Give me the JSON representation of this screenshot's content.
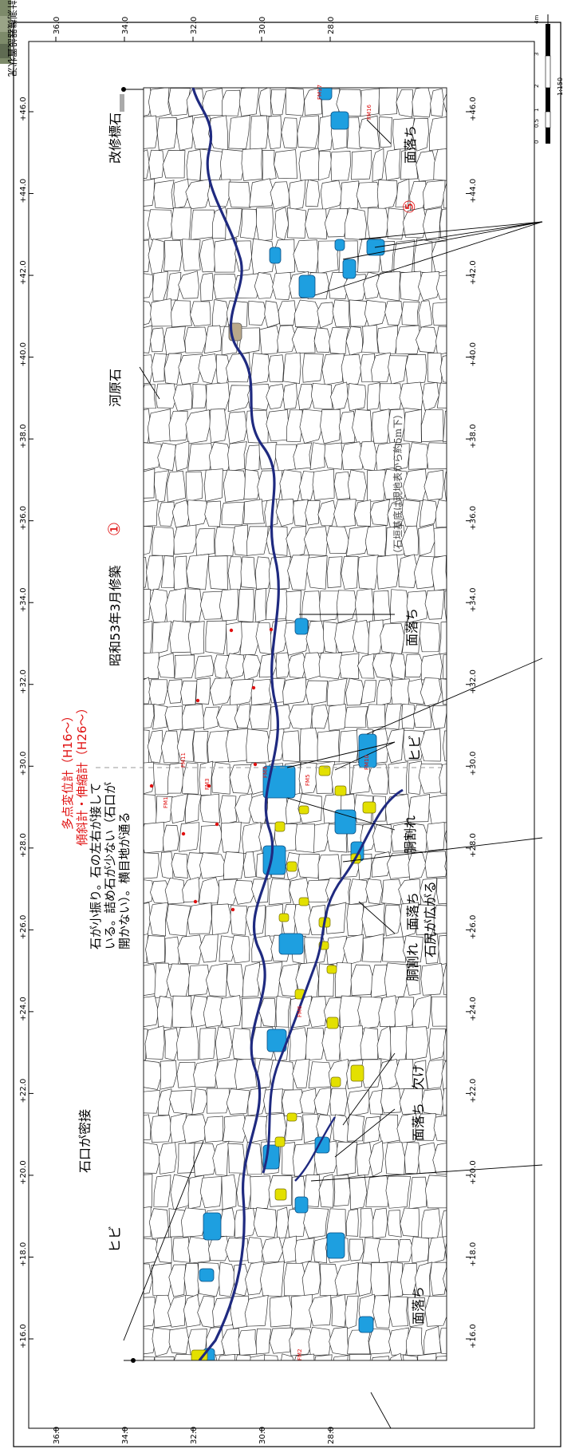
{
  "header": {
    "top_caption": "計測機器設置状況"
  },
  "axes": {
    "elevation_ticks": [
      "36.0",
      "34.0",
      "32.0",
      "30.0",
      "28.0"
    ],
    "chainage_ticks": [
      "+16.0",
      "+18.0",
      "+20.0",
      "+22.0",
      "+24.0",
      "+26.0",
      "+28.0",
      "+30.0",
      "+32.0",
      "+34.0",
      "+36.0",
      "+38.0",
      "+40.0",
      "+42.0",
      "+44.0",
      "+46.0"
    ]
  },
  "scale_bar": {
    "ratio": "1:150",
    "ticks": [
      "0",
      "0.5",
      "1",
      "2",
      "3",
      "4m"
    ]
  },
  "title_lines": {
    "instruments_1": "多点変位計（H16～）",
    "instruments_2": "傾斜計・伸縮計（H26～）",
    "repair": "昭和53年3月修築",
    "base_note": "（石垣基底は現地表から約5m下）"
  },
  "notes": {
    "joints_tight": "石口が密接",
    "stone_desc_1": "石が小振り。石の左右が接して",
    "stone_desc_2": "いる。詰め石が少ない（石口が",
    "stone_desc_3": "開かない）。横目地が通る",
    "river_stone": "河原石",
    "repair_stone": "改修標石"
  },
  "damage_labels": {
    "crack_left": "ヒビ",
    "spall_1": "面落ち",
    "spall_chip": "面落ち　欠け",
    "split_spall": "胴割れ　面落ち",
    "butt_spread": "石尻が広がる",
    "split": "胴割れ",
    "crack_right": "ヒビ",
    "spall_2": "面落ち",
    "spall_3": "面落ち"
  },
  "markers": {
    "circle_1": "①",
    "circle_5": "⑤"
  },
  "instrument_ids": [
    "FM1",
    "FM2",
    "FM3",
    "FM4",
    "FM5",
    "FM6",
    "FM10",
    "FM11",
    "FM16",
    "FM17"
  ],
  "colors": {
    "bulge_line": "#1f2a80",
    "stone_spalled": "#1e9fe0",
    "stone_cracked": "#e3e000",
    "instrument_red": "#e01010",
    "river_stone_fill": "#b9a88a"
  }
}
